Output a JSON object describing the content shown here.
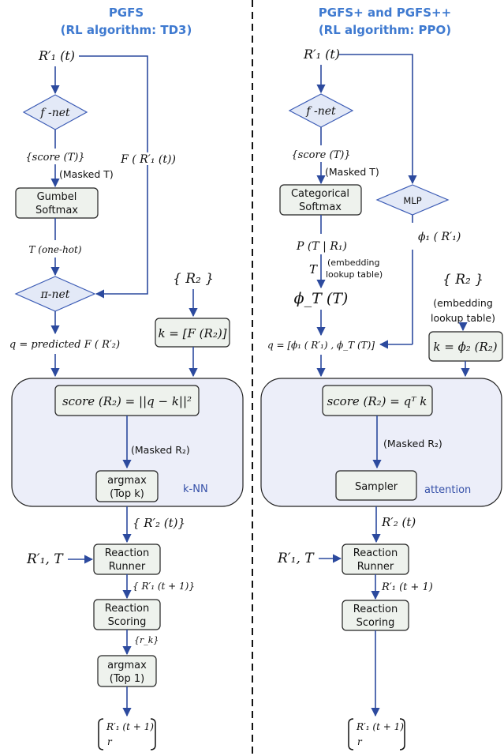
{
  "left": {
    "title_line1": "PGFS",
    "title_line2": "(RL algorithm: TD3)",
    "input": "R′₁ (t)",
    "fnet": "f -net",
    "score_T": "{score (T)}",
    "masked_T": "(Masked T)",
    "F_R1": "F ( R′₁ (t))",
    "gumbel_l1": "Gumbel",
    "gumbel_l2": "Softmax",
    "one_hot": "T (one-hot)",
    "pinet": "π-net",
    "R2_set": "{ R₂ }",
    "q_label": "q = predicted F ( R′₂)",
    "k_box": "k = [F (R₂)]",
    "score_box": "score (R₂) = ||q − k||²",
    "masked_R2": "(Masked R₂)",
    "argmax_l1": "argmax",
    "argmax_l2": "(Top k)",
    "region_label": "k-NN",
    "R2_out": "{ R′₂ (t)}",
    "r1t_input": "R′₁, T",
    "runner_l1": "Reaction",
    "runner_l2": "Runner",
    "r1_next_set": "{ R′₁ (t + 1)}",
    "scoring_l1": "Reaction",
    "scoring_l2": "Scoring",
    "rk": "{r_k}",
    "argmax1_l1": "argmax",
    "argmax1_l2": "(Top 1)",
    "out_top": "R′₁ (t + 1)",
    "out_bottom": "r"
  },
  "right": {
    "title_line1": "PGFS+ and PGFS++",
    "title_line2": "(RL algorithm: PPO)",
    "input": "R′₁ (t)",
    "fnet": "f -net",
    "score_T": "{score (T)}",
    "masked_T": "(Masked T)",
    "cat_l1": "Categorical",
    "cat_l2": "Softmax",
    "mlp": "MLP",
    "phi1": "ϕ₁ ( R′₁)",
    "P_T": "P (T | R₁)",
    "T_label": "T",
    "embed_note_l1": "(embedding",
    "embed_note_l2": "lookup table)",
    "phiT": "ϕ_T (T)",
    "R2_set": "{ R₂ }",
    "embed2_l1": "(embedding",
    "embed2_l2": "lookup table)",
    "q_label": "q = [ϕ₁ ( R′₁) , ϕ_T (T)]",
    "k_box": "k = ϕ₂ (R₂)",
    "score_box": "score (R₂) = qᵀ k",
    "masked_R2": "(Masked R₂)",
    "sampler": "Sampler",
    "region_label": "attention",
    "R2_out": "R′₂ (t)",
    "r1t_input": "R′₁, T",
    "runner_l1": "Reaction",
    "runner_l2": "Runner",
    "r1_next": "R′₁ (t + 1)",
    "scoring_l1": "Reaction",
    "scoring_l2": "Scoring",
    "out_top": "R′₁ (t + 1)",
    "out_bottom": "r"
  },
  "colors": {
    "title": "#3f7ad0",
    "flow": "#2c4a9e",
    "box_fill": "#eef2ed",
    "diamond_fill": "#e3e9f7",
    "region_fill": "#eceef9"
  }
}
